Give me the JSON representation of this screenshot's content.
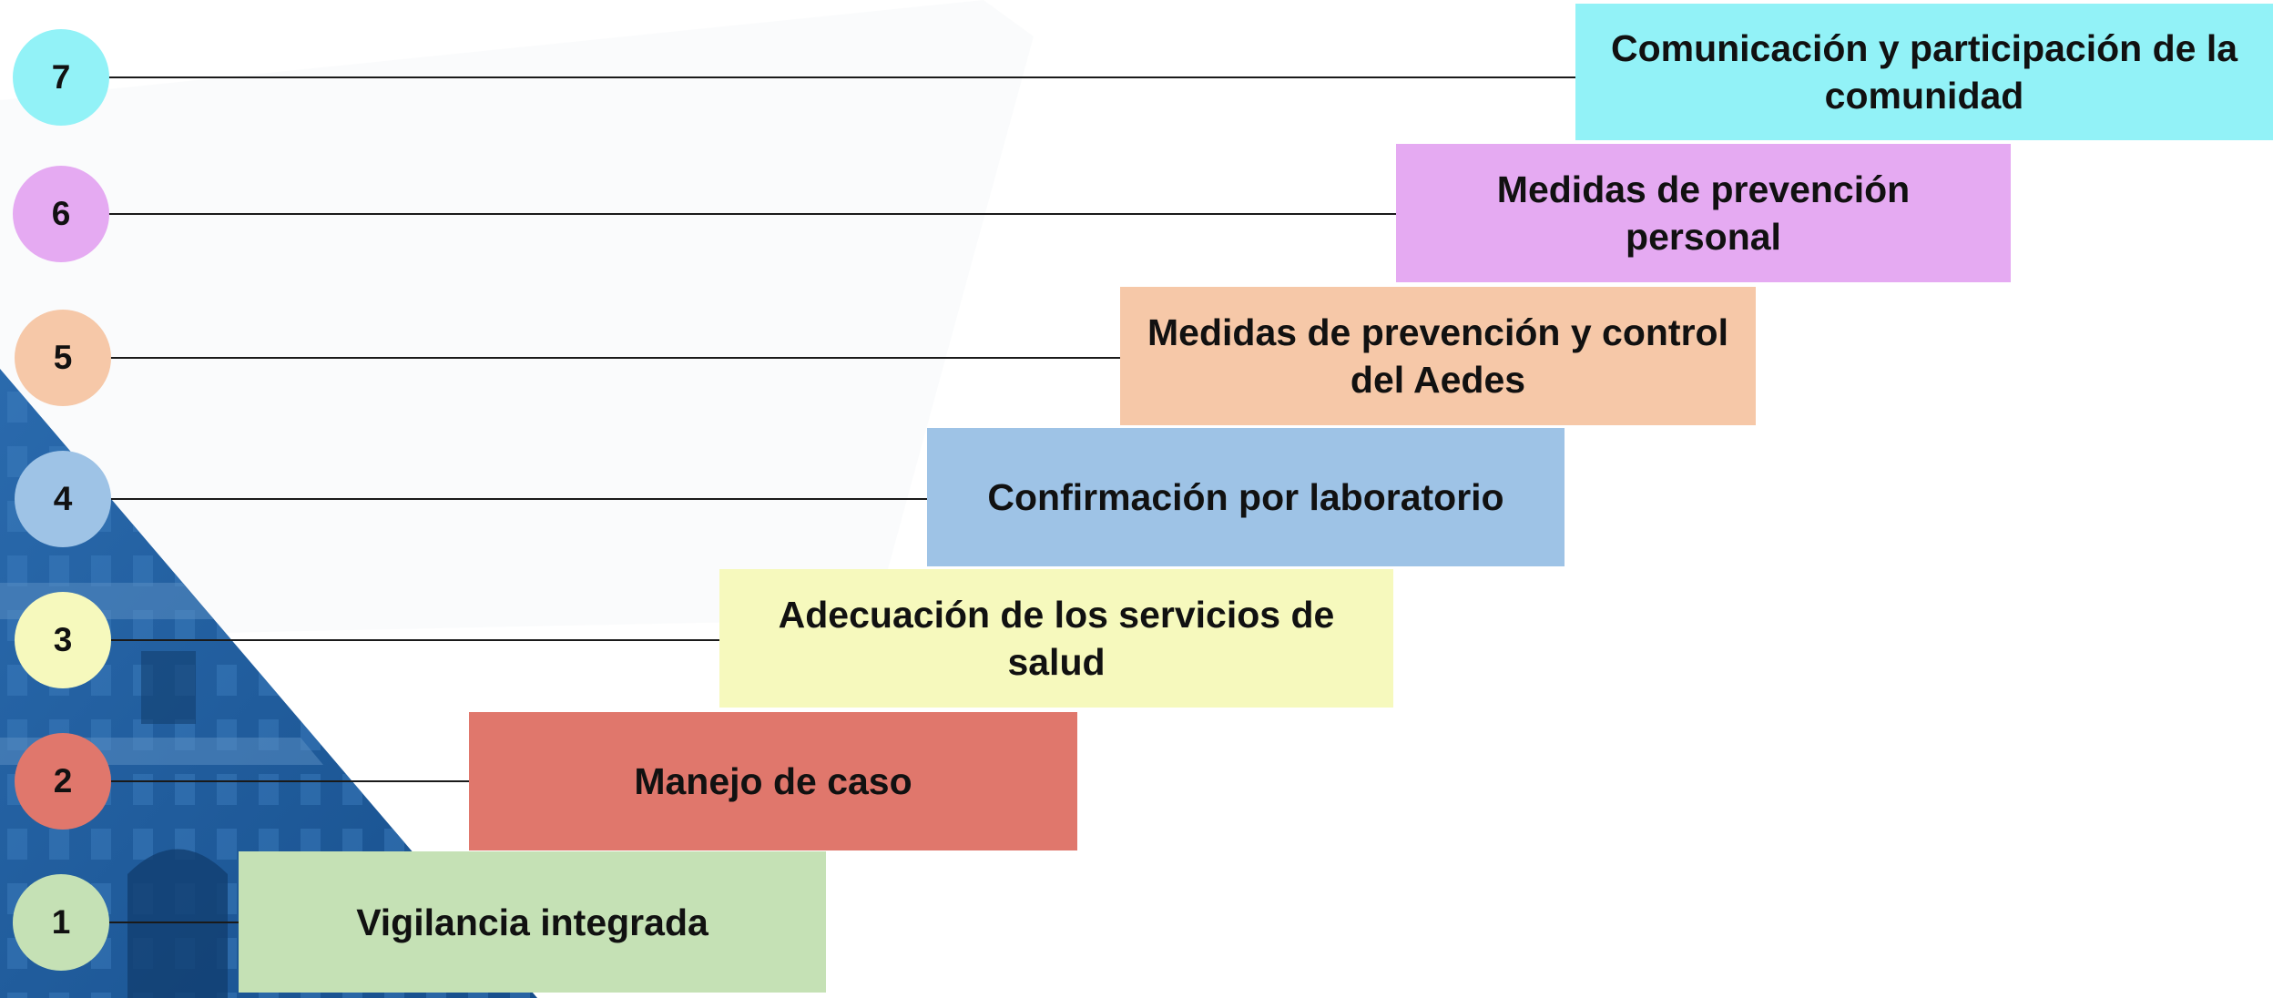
{
  "colors": {
    "step1": "#c5e1b5",
    "step2": "#e0776c",
    "step3": "#f6f9bd",
    "step4": "#9ec3e6",
    "step5": "#f6c8a8",
    "step6": "#e5aaf2",
    "step7": "#92f2f7",
    "background_triangle": "#1f5f9f"
  },
  "steps": [
    {
      "number": "1",
      "label": "Vigilancia integrada"
    },
    {
      "number": "2",
      "label": "Manejo de caso"
    },
    {
      "number": "3",
      "label": "Adecuación de los servicios de salud"
    },
    {
      "number": "4",
      "label": "Confirmación por laboratorio"
    },
    {
      "number": "5",
      "label": "Medidas de prevención y control del Aedes"
    },
    {
      "number": "6",
      "label": "Medidas de prevención personal"
    },
    {
      "number": "7",
      "label": "Comunicación y participación de la comunidad"
    }
  ]
}
